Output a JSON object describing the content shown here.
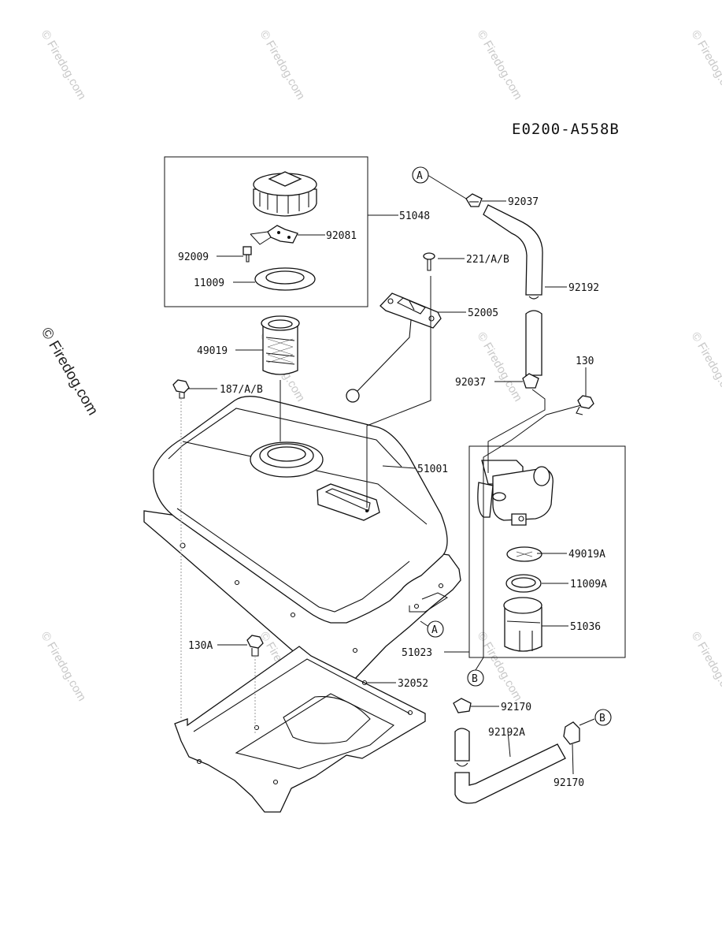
{
  "diagram_code": "E0200-A558B",
  "watermark": "© Firedog.com",
  "refs": {
    "a": "A",
    "b": "B"
  },
  "labels": {
    "p51048": "51048",
    "p92081": "92081",
    "p92009": "92009",
    "p11009": "11009",
    "p49019": "49019",
    "p187": "187/A/B",
    "p51001": "51001",
    "p221": "221/A/B",
    "p52005": "52005",
    "p92037_top": "92037",
    "p92192": "92192",
    "p92037_mid": "92037",
    "p130": "130",
    "p49019A": "49019A",
    "p11009A": "11009A",
    "p51036": "51036",
    "p51023": "51023",
    "p130A": "130A",
    "p32052": "32052",
    "p92170_left": "92170",
    "p92192A": "92192A",
    "p92170_right": "92170"
  }
}
